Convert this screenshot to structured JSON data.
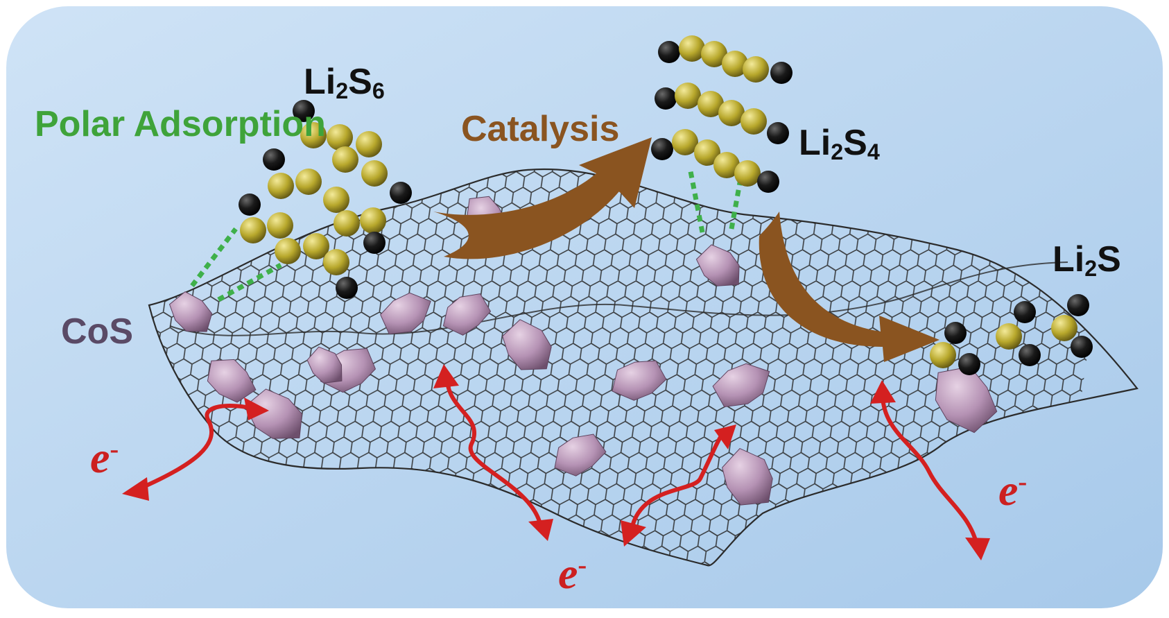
{
  "labels": {
    "polar_adsorption": "Polar Adsorption",
    "catalysis": "Catalysis",
    "cos": "CoS",
    "li2s6": {
      "base": "Li",
      "sub1": "2",
      "mid": "S",
      "sub2": "6"
    },
    "li2s4": {
      "base": "Li",
      "sub1": "2",
      "mid": "S",
      "sub2": "4"
    },
    "li2s": {
      "base": "Li",
      "sub1": "2",
      "mid": "S"
    },
    "electron": {
      "symbol": "e",
      "charge": "-"
    }
  },
  "colors": {
    "panel_background_top": "#cfe3f6",
    "panel_background_bottom": "#a7c9ea",
    "graphene_edge": "#2b2b2b",
    "cos_particle": "#b592b4",
    "sulfur_atom": "#b8a82c",
    "lithium_atom": "#111111",
    "adsorption_bond": "#3fb04a",
    "catalysis_arrow": "#8a5420",
    "electron_arrow": "#d42020",
    "polar_text": "#3fa33a",
    "catalysis_text": "#8a5420",
    "cos_text": "#5a4a66"
  }
}
